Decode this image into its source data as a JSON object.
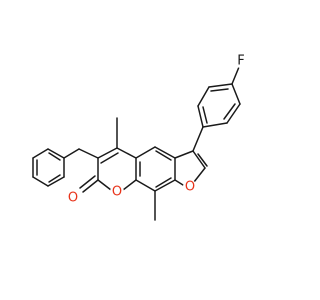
{
  "molecule": {
    "atoms": [
      {
        "id": "F",
        "symbol": "F",
        "color": "#1a1a1a"
      },
      {
        "id": "O1",
        "symbol": "O",
        "color": "#e8331a"
      },
      {
        "id": "O2",
        "symbol": "O",
        "color": "#e8331a"
      },
      {
        "id": "O3",
        "symbol": "O",
        "color": "#e8331a"
      }
    ]
  },
  "colors": {
    "bond": "#1a1a1a",
    "oxygen": "#e8331a",
    "fluorine": "#1a1a1a",
    "background": "#ffffff"
  }
}
